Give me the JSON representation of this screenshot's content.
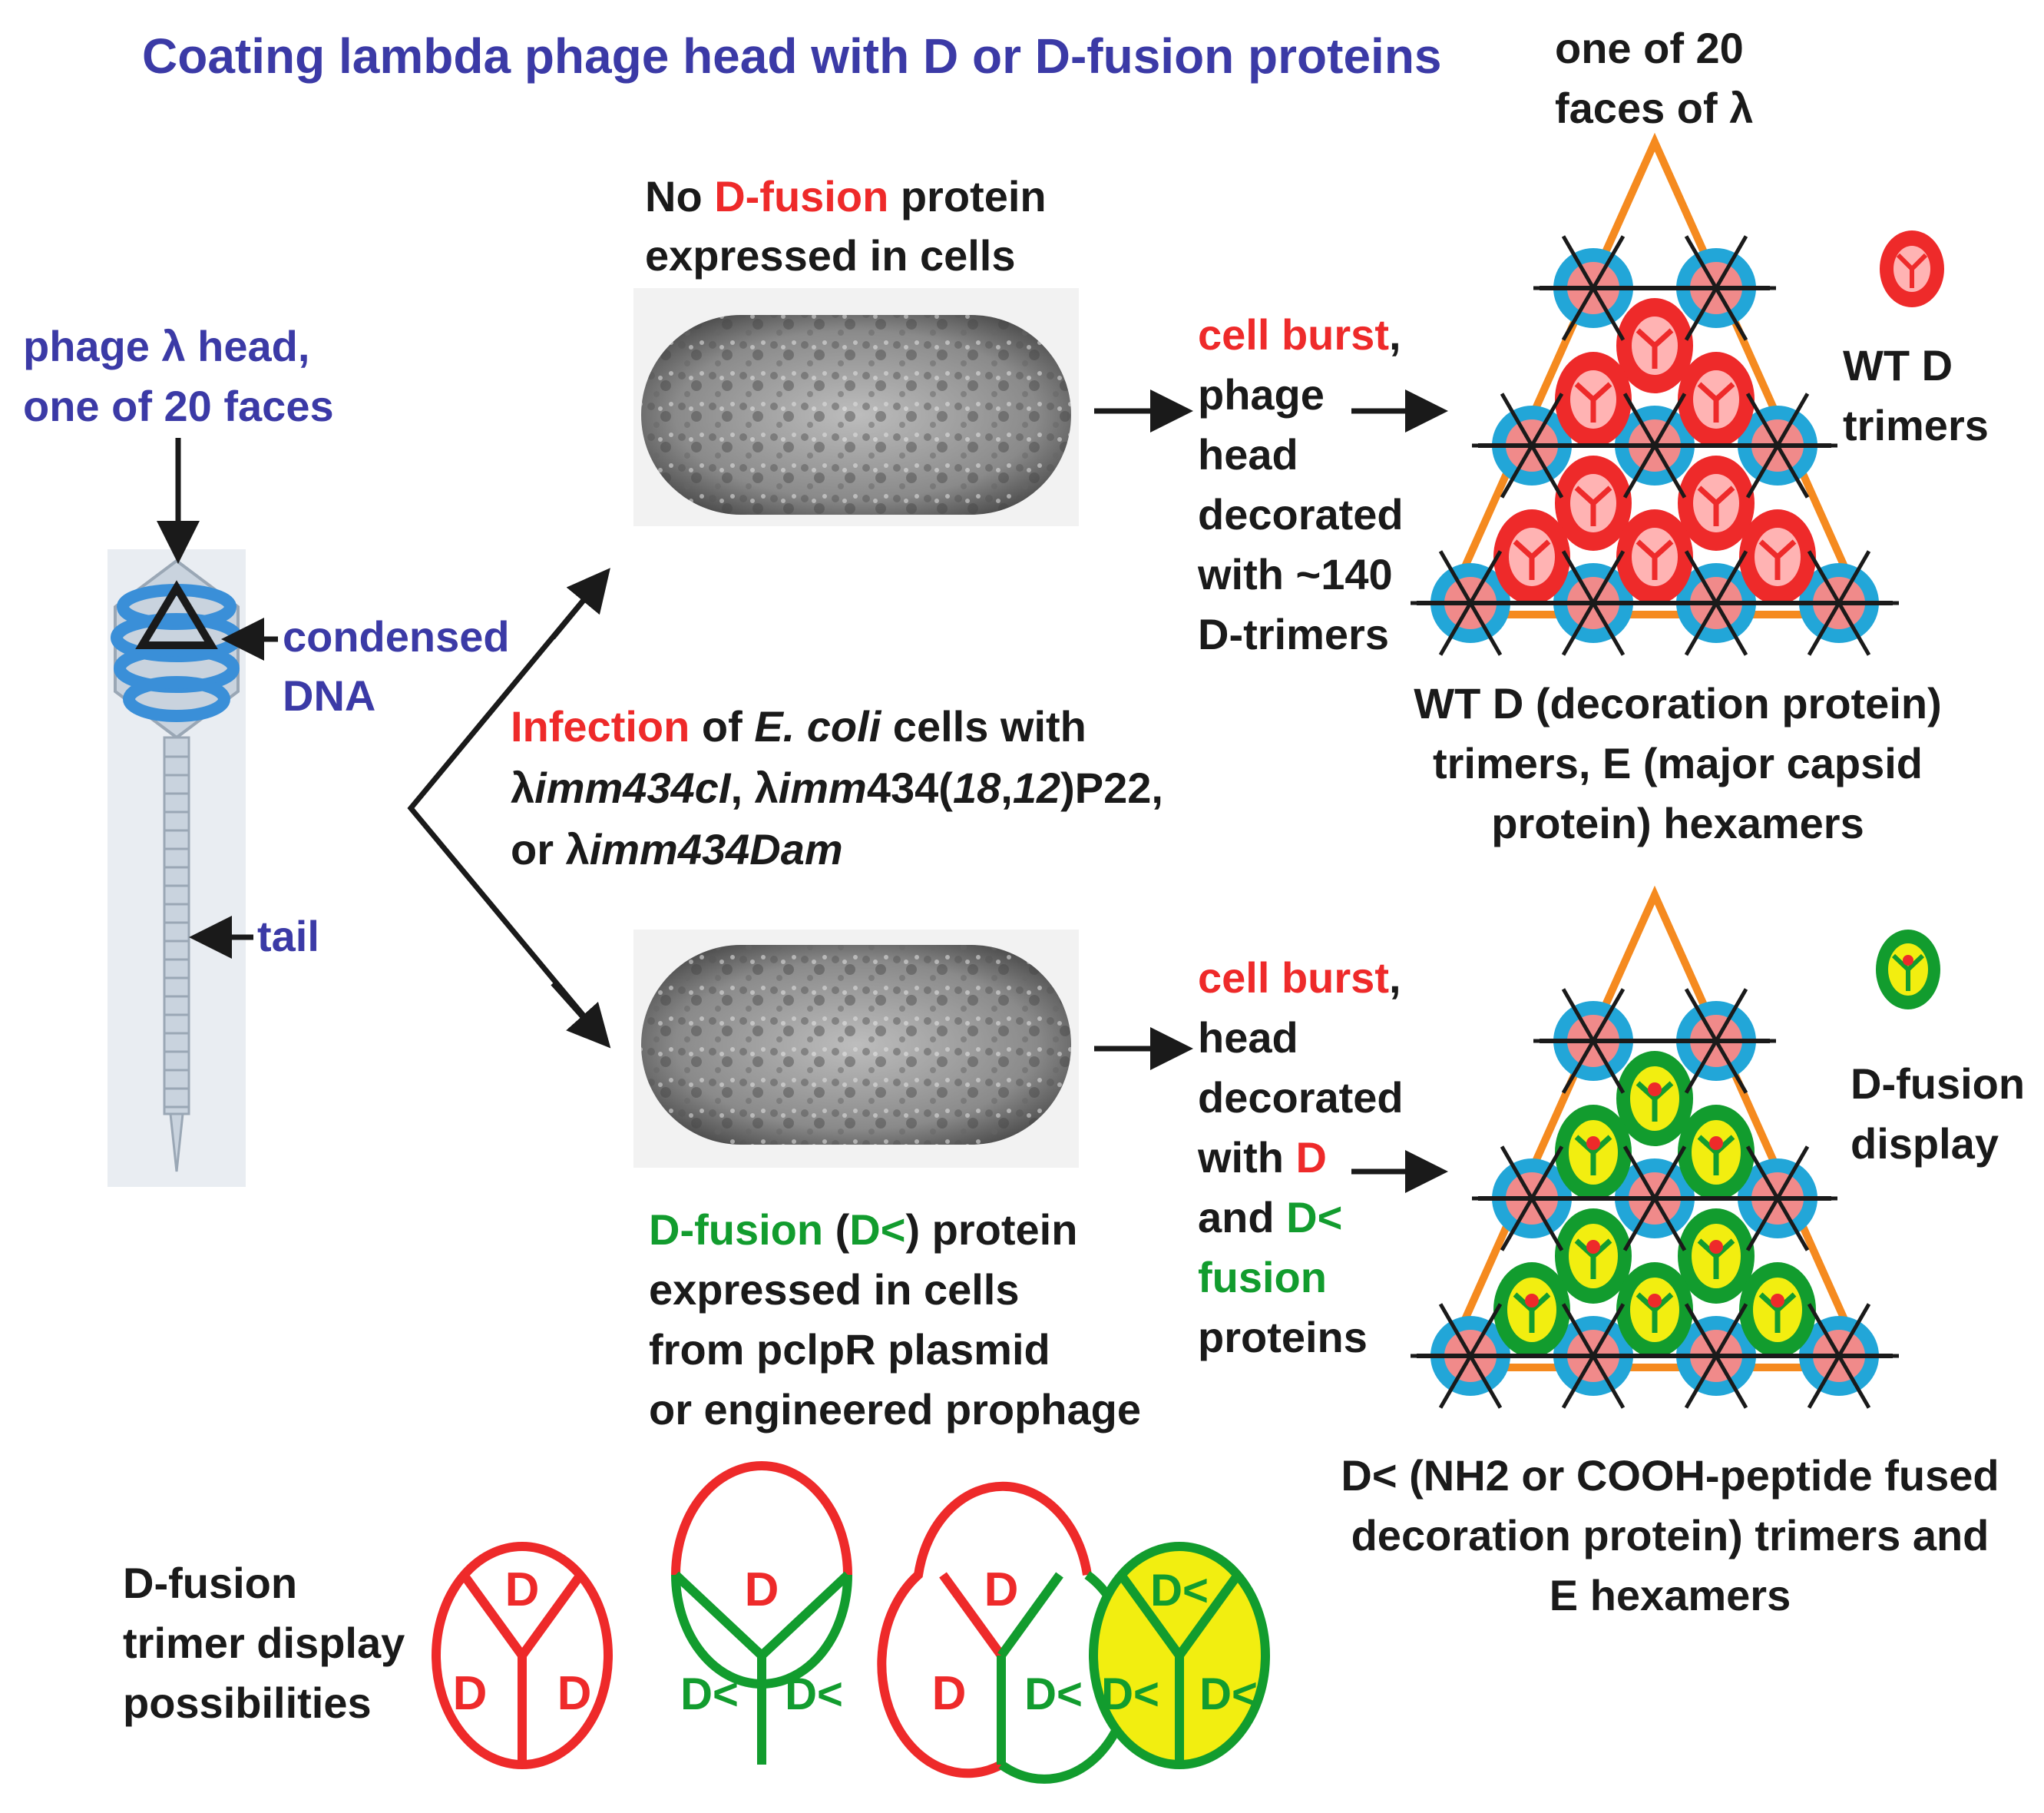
{
  "title": "Coating lambda phage head with D or D-fusion proteins",
  "phage": {
    "head_label_1": "phage λ head,",
    "head_label_2": "one of 20 faces",
    "dna_label_1": "condensed",
    "dna_label_2": "DNA",
    "tail_label": "tail"
  },
  "infection": {
    "l1_red": "Infection",
    "l1_a": " of ",
    "l1_b": "E. coli",
    "l1_c": " cells with",
    "l2_a": "λ",
    "l2_b": "imm434cI",
    "l2_c": ",  λ",
    "l2_d": "imm",
    "l2_e": "434(",
    "l2_f": "18",
    "l2_g": ",",
    "l2_h": "12",
    "l2_i": ")P22,",
    "l3_a": "or λ",
    "l3_b": "imm434Dam"
  },
  "top_cell": {
    "l1_a": "No ",
    "l1_red": "D-fusion",
    "l1_b": " protein",
    "l2": "expressed in cells"
  },
  "bottom_cell": {
    "l1_green": "D-fusion",
    "l1_a": " (",
    "l1_green2": "D<",
    "l1_b": ") protein",
    "l2": "expressed in cells",
    "l3": "from pclpR plasmid",
    "l4": "or engineered prophage"
  },
  "top_burst": {
    "red": "cell burst",
    "comma": ",",
    "lines": [
      "phage",
      "head",
      "decorated",
      "with ~140",
      "D-trimers"
    ]
  },
  "bottom_burst": {
    "red": "cell burst",
    "comma": ",",
    "l2": "head",
    "l3": "decorated",
    "l4_a": "with ",
    "l4_red": "D",
    "l5_a": "and ",
    "l5_green": "D<",
    "l6_green": "fusion",
    "l7": "proteins"
  },
  "face": {
    "l1": "one of 20",
    "l2": "faces of λ"
  },
  "legend_top": {
    "l1": "WT D",
    "l2": "trimers"
  },
  "legend_bottom": {
    "l1": "D-fusion",
    "l2": "display"
  },
  "caption_top": {
    "l1": "WT D (decoration protein)",
    "l2": "trimers, E (major capsid",
    "l3": "protein) hexamers"
  },
  "caption_bottom": {
    "l1": "D< (NH2 or COOH-peptide fused",
    "l2": "decoration protein) trimers and",
    "l3": "E hexamers"
  },
  "display": {
    "label_1": "D-fusion",
    "label_2": "trimer display",
    "label_3": "possibilities",
    "d": "D",
    "dfus": "D<"
  },
  "colors": {
    "title_blue": "#3b3aa6",
    "red": "#ee2a2a",
    "green": "#129c2e",
    "yellow": "#f2ee10",
    "orange": "#f58a1f",
    "capsid_blue": "#22a6d8",
    "dna_blue": "#3a8fd8"
  }
}
